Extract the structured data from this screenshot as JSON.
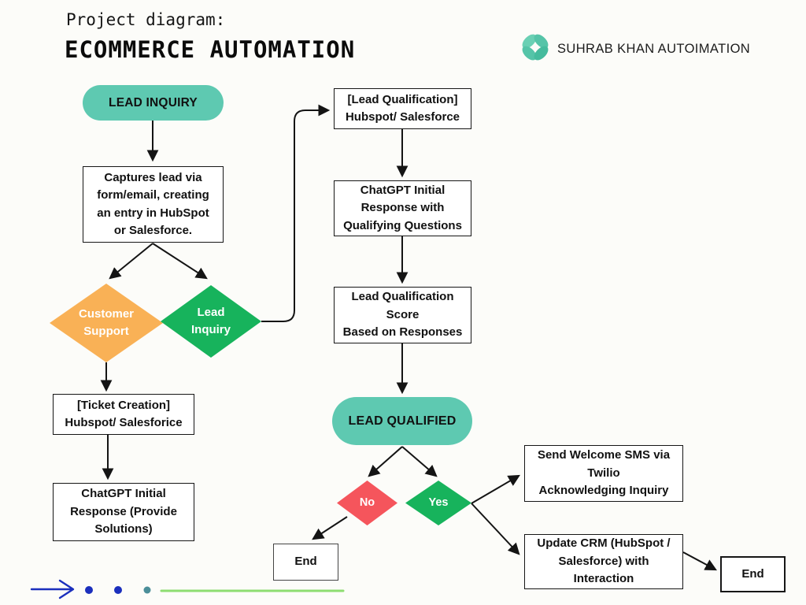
{
  "header": {
    "eyebrow": "Project diagram:",
    "title": "ECOMMERCE AUTOMATION",
    "brand": "SUHRAB KHAN AUTOIMATION",
    "logo_icon": "four-petal-flower-icon"
  },
  "colors": {
    "pill_teal": "#5ec9b1",
    "diamond_orange": "#f9b156",
    "diamond_green": "#17b35c",
    "diamond_red": "#f5555c",
    "decor_blue": "#1b2fbd",
    "decor_dot_teal": "#4b8e99",
    "decor_line_green": "#8edd71",
    "edge_black": "#141414"
  },
  "nodes": {
    "start_pill": "LEAD INQUIRY",
    "captures_box": "Captures lead via\nform/email, creating\nan entry in HubSpot\nor Salesforce.",
    "customer_support_diamond": "Customer\nSupport",
    "lead_inquiry_diamond": "Lead\nInquiry",
    "ticket_creation_box": "[Ticket Creation]\nHubspot/ Salesforice",
    "chatgpt_solutions_box": "ChatGPT Initial\nResponse (Provide\nSolutions)",
    "lead_qualification_box": "[Lead Qualification]\nHubspot/ Salesforce",
    "chatgpt_questions_box": "ChatGPT Initial\nResponse with\nQualifying Questions",
    "score_box": "Lead Qualification\nScore\nBased on Responses",
    "qualified_pill": "LEAD QUALIFIED",
    "no_diamond": "No",
    "yes_diamond": "Yes",
    "end_left_box": "End",
    "sms_box": "Send Welcome SMS via\nTwilio\nAcknowledging Inquiry",
    "crm_box": "Update CRM (HubSpot /\nSalesforce) with\nInteraction",
    "end_right_box": "End"
  }
}
